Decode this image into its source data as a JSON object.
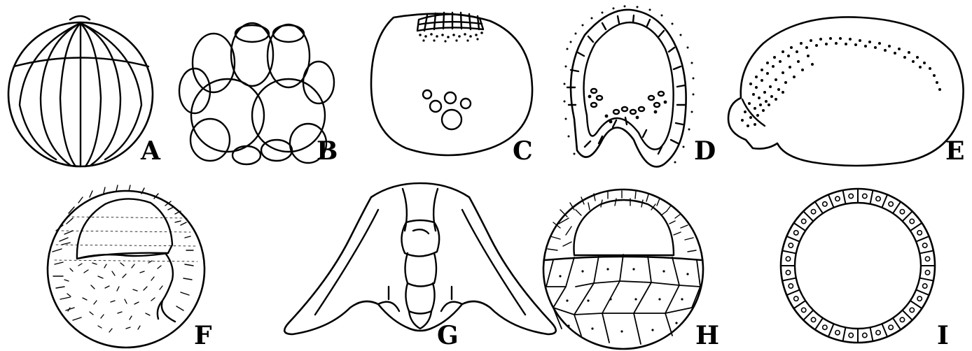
{
  "figure": {
    "panels": [
      {
        "id": "A",
        "label": "A"
      },
      {
        "id": "B",
        "label": "B"
      },
      {
        "id": "C",
        "label": "C"
      },
      {
        "id": "D",
        "label": "D"
      },
      {
        "id": "E",
        "label": "E"
      },
      {
        "id": "F",
        "label": "F"
      },
      {
        "id": "G",
        "label": "G"
      },
      {
        "id": "H",
        "label": "H"
      },
      {
        "id": "I",
        "label": "I"
      }
    ]
  }
}
